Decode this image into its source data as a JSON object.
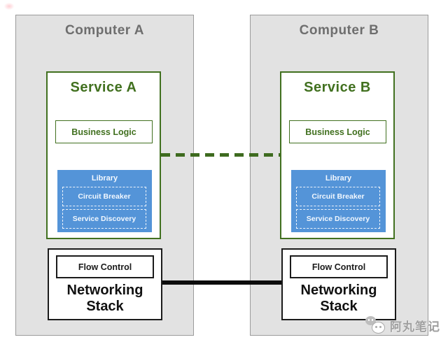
{
  "colors": {
    "computer_fill": "#e2e2e2",
    "computer_border": "#9b9b9b",
    "computer_title_text": "#6e6e6e",
    "service_green": "#41701f",
    "library_blue": "#5494d8",
    "library_text": "#f2f8ff",
    "networking_black": "#1b1b1b",
    "dashed_link_green": "#3e6b1f",
    "solid_link_black": "#0c0c0c",
    "watermark_gray": "#a0a0a0"
  },
  "computers": [
    {
      "title": "Computer A",
      "service": {
        "title": "Service A",
        "business_logic_label": "Business Logic",
        "library": {
          "title": "Library",
          "items": [
            {
              "label": "Circuit Breaker"
            },
            {
              "label": "Service Discovery"
            }
          ]
        }
      },
      "networking": {
        "flow_control_label": "Flow Control",
        "label": "Networking Stack"
      }
    },
    {
      "title": "Computer B",
      "service": {
        "title": "Service B",
        "business_logic_label": "Business Logic",
        "library": {
          "title": "Library",
          "items": [
            {
              "label": "Circuit Breaker"
            },
            {
              "label": "Service Discovery"
            }
          ]
        }
      },
      "networking": {
        "flow_control_label": "Flow Control",
        "label": "Networking Stack"
      }
    }
  ],
  "connections": [
    {
      "style": "dashed",
      "color": "#3e6b1f",
      "from": "Service A",
      "to": "Service B"
    },
    {
      "style": "solid",
      "color": "#0c0c0c",
      "from": "Networking Stack (Computer A)",
      "to": "Networking Stack (Computer B)"
    }
  ],
  "watermark": {
    "text": "阿丸笔记",
    "icon": "chat-bubbles-icon"
  }
}
